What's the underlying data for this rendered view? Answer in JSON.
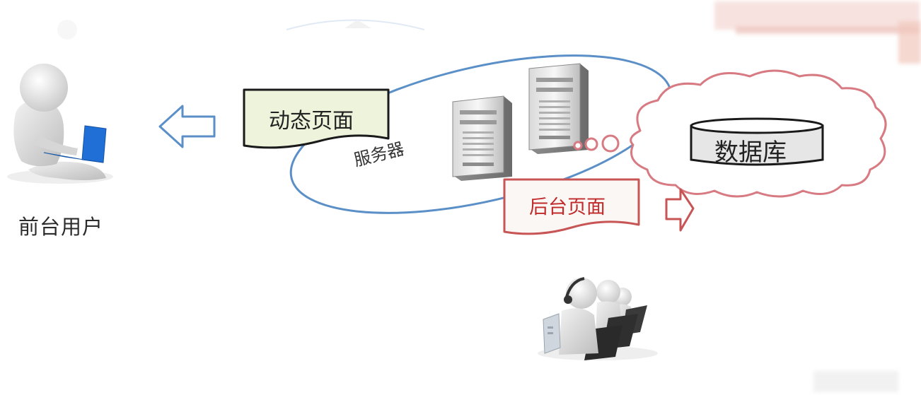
{
  "diagram": {
    "frontend_user_label": "前台用户",
    "dynamic_page_label": "动态页面",
    "server_label": "服务器",
    "database_label": "数据库",
    "admin_page_label": "后台页面"
  },
  "colors": {
    "server_ellipse": "#5b8fc7",
    "dynamic_page_fill": "#eef4dc",
    "admin_page_stroke": "#c85555",
    "admin_page_fill": "#fbf7f4",
    "db_cloud_stroke": "#d77a82",
    "blue_arrow": "#5b8fc7",
    "red_arrow": "#c85555",
    "laptop_blue": "#1f6fd6"
  },
  "icons": {
    "frontend_user": "person-with-laptop-icon",
    "servers": "server-tower-icon",
    "database": "database-cylinder-icon",
    "admins": "support-agents-headset-icon"
  }
}
